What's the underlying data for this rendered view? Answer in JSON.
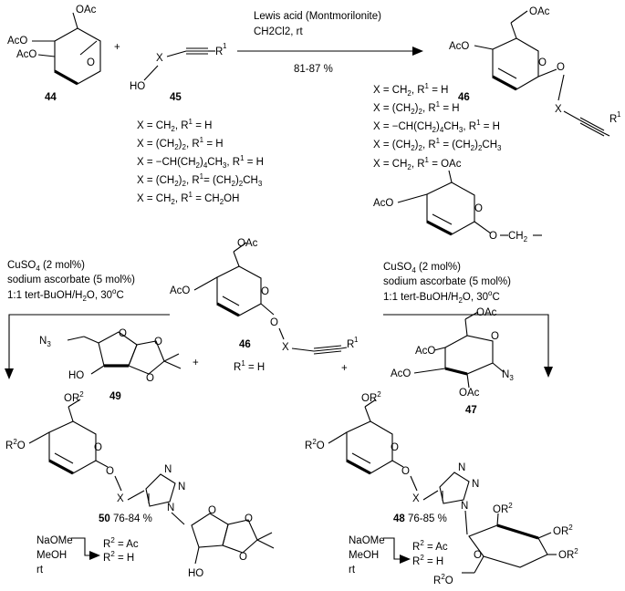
{
  "top_reaction": {
    "reagents": [
      "Lewis acid (Montmorilonite)",
      "CH2Cl2, rt"
    ],
    "yield": "81-87 %",
    "plus": "+",
    "compound_44": {
      "id": "44",
      "substituents": [
        "OAc",
        "AcO",
        "AcO"
      ]
    },
    "compound_45": {
      "id": "45",
      "atoms": [
        "HO",
        "X",
        "R",
        "1"
      ]
    },
    "compound_46": {
      "id": "46",
      "substituents": [
        "OAc",
        "AcO",
        "O",
        "X",
        "R",
        "1"
      ]
    },
    "conditions_45": [
      {
        "x": "X = CH",
        "xsub": "2",
        "r": ", R",
        "rsup": "1",
        "rval": " = H"
      },
      {
        "x": "X = (CH",
        "xsub": "2",
        "xtail": ")",
        "xsub2": "2",
        "r": ", R",
        "rsup": "1",
        "rval": " = H"
      },
      {
        "x": "X = −CH(CH",
        "xsub": "2",
        "xtail": ")",
        "xsub2": "4",
        "xtail2": "CH",
        "xsub3": "3",
        "r": ", R",
        "rsup": "1",
        "rval": " = H"
      },
      {
        "x": "X = (CH",
        "xsub": "2",
        "xtail": ")",
        "xsub2": "2",
        "r": ", R",
        "rsup": "1",
        "rval": "= (CH",
        "rsub": "2",
        "rtail": ")",
        "rsub2": "2",
        "rtail2": "CH",
        "rsub3": "3"
      },
      {
        "x": "X = CH",
        "xsub": "2",
        "r": ", R",
        "rsup": "1",
        "rval": " = CH",
        "rsub": "2",
        "rtail": "OH"
      }
    ],
    "conditions_46": [
      {
        "x": "X = CH",
        "xsub": "2",
        "r": ", R",
        "rsup": "1",
        "rval": " = H"
      },
      {
        "x": "X = (CH",
        "xsub": "2",
        "xtail": ")",
        "xsub2": "2",
        "r": ", R",
        "rsup": "1",
        "rval": " = H"
      },
      {
        "x": "X = −CH(CH",
        "xsub": "2",
        "xtail": ")",
        "xsub2": "4",
        "xtail2": "CH",
        "xsub3": "3",
        "r": ", R",
        "rsup": "1",
        "rval": " = H"
      },
      {
        "x": "X = (CH",
        "xsub": "2",
        "xtail": ")",
        "xsub2": "2",
        "r": ", R",
        "rsup": "1",
        "rval": " = (CH",
        "rsub": "2",
        "rtail": ")",
        "rsub2": "2",
        "rtail2": "CH",
        "rsub3": "3"
      },
      {
        "x": "X = CH",
        "xsub": "2",
        "r": ", R",
        "rsup": "1",
        "rval": " = ",
        "rtail": "OAc"
      }
    ],
    "dimer_labels": [
      "AcO",
      "O",
      "O",
      "CH",
      "2"
    ]
  },
  "middle": {
    "left_conditions": [
      "CuSO",
      "4",
      " (2 mol%)",
      "sodium ascorbate (5 mol%)",
      "1:1 tert-BuOH/H",
      "2",
      "O, 30",
      "o",
      "C"
    ],
    "right_conditions": [
      "CuSO",
      "4",
      " (2 mol%)",
      "sodium ascorbate (5 mol%)",
      "1:1 tert-BuOH/H",
      "2",
      "O, 30",
      "o",
      "C"
    ],
    "compound_46": {
      "id": "46",
      "substituents": [
        "OAc",
        "AcO",
        "O",
        "X",
        "R",
        "1"
      ],
      "note": "R",
      "note_sup": "1",
      "note_val": " = H"
    },
    "compound_49": {
      "id": "49",
      "labels": [
        "N",
        "3",
        "HO",
        "O",
        "O",
        "O"
      ]
    },
    "compound_47": {
      "id": "47",
      "labels": [
        "OAc",
        "AcO",
        "AcO",
        "OAc",
        "N",
        "3",
        "O"
      ]
    },
    "plus": "+"
  },
  "products": {
    "compound_50": {
      "id": "50",
      "yield": " 76-84 %",
      "labels": [
        "OR",
        "2",
        "R",
        "2",
        "O",
        "O",
        "O",
        "X",
        "N",
        "N",
        "N",
        "O",
        "O",
        "O",
        "HO"
      ]
    },
    "compound_48": {
      "id": "48",
      "yield": " 76-85 %",
      "labels": [
        "OR",
        "2",
        "R",
        "2",
        "O",
        "O",
        "O",
        "X",
        "N",
        "N",
        "N",
        "O",
        "OR",
        "2",
        "OR",
        "2",
        "OR",
        "2",
        "R",
        "2",
        "O"
      ]
    },
    "deprotection_left": {
      "reagents": [
        "NaOMe",
        "MeOH",
        "rt"
      ],
      "from": "R",
      "from_sup": "2",
      "from_val": " = Ac",
      "to": "R",
      "to_sup": "2",
      "to_val": " = H"
    },
    "deprotection_right": {
      "reagents": [
        "NaOMe",
        "MeOH",
        "rt"
      ],
      "from": "R",
      "from_sup": "2",
      "from_val": " = Ac",
      "to": "R",
      "to_sup": "2",
      "to_val": " = H"
    }
  }
}
